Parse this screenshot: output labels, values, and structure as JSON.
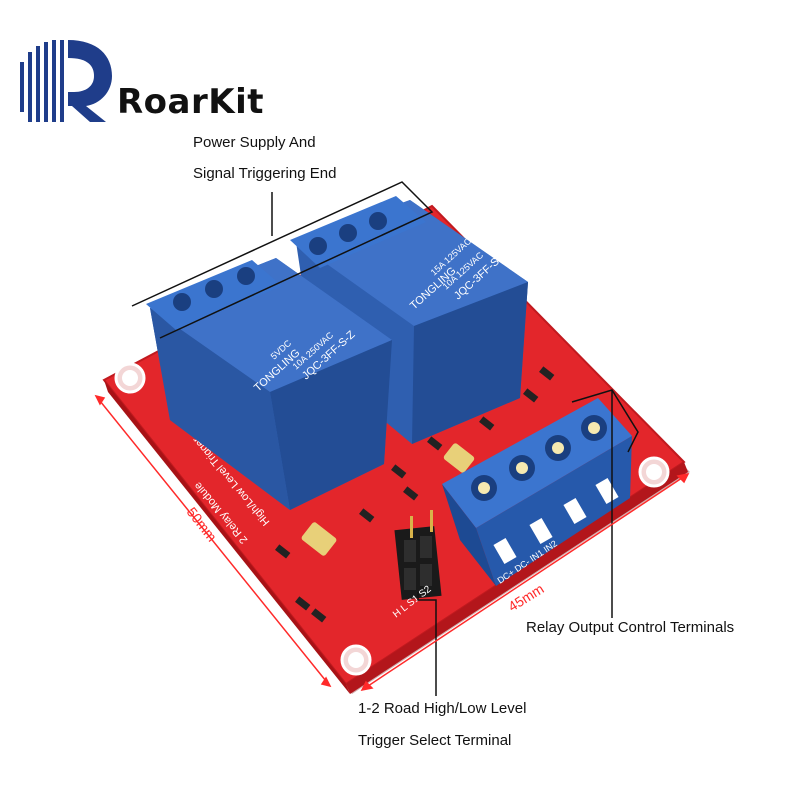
{
  "brand": {
    "name": "RoarKit",
    "logo_color": "#1f3d8a",
    "icon": "roarkit-logo"
  },
  "captions": {
    "power_line1": "Power Supply And",
    "power_line2": "Signal Triggering End",
    "relay_output": "Relay Output Control Terminals",
    "trigger_line1": "1-2 Road High/Low Level",
    "trigger_line2": "Trigger Select Terminal"
  },
  "dimensions": {
    "width_label": "45mm",
    "height_label": "50mm"
  },
  "board": {
    "pcb_color": "#e3262b",
    "relay_color": "#2f5fb0",
    "terminal_color": "#2b6bc4",
    "silkscreen_color": "#ffffff"
  },
  "relay": {
    "model": "JQC-3FF-S-Z",
    "brand": "TONGLING",
    "rating_1": "10A 250VAC",
    "rating_2": "10A 125VAC",
    "rating_3": "15A 125VAC",
    "coil": "5VDC"
  },
  "pcb_text": {
    "module_line1": "2 Relay Module",
    "module_line2": "High/Low Level Trigger",
    "jumper_labels": "H  L  S1  S2",
    "terminal_labels": "DC+  DC-  IN1  IN2"
  }
}
